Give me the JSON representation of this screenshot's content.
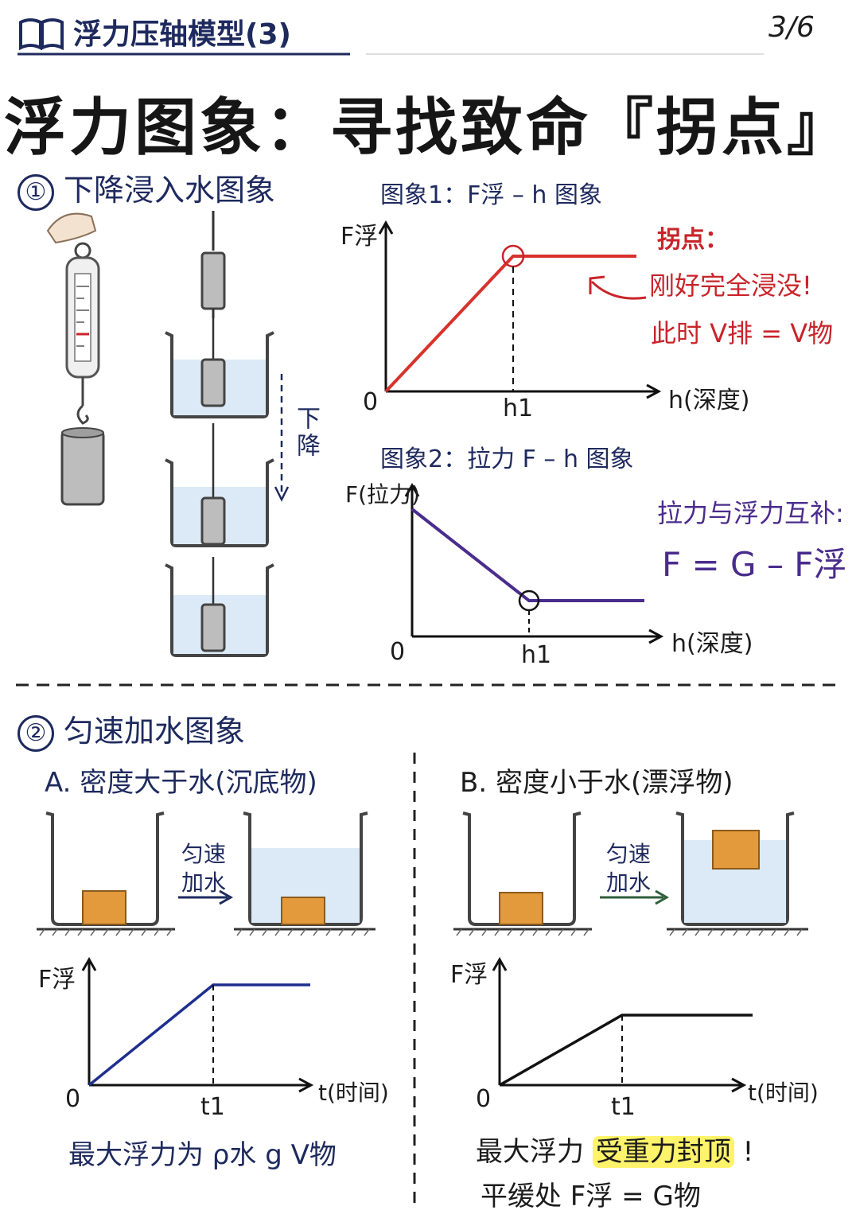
{
  "header": {
    "title": "浮力压轴模型(3)",
    "page": "3/6",
    "book_icon": "open-book-icon"
  },
  "main_title": "浮力图象：寻找致命『拐点』",
  "section1": {
    "number": "①",
    "title": "下降浸入水图象",
    "descend_label": "下降",
    "graph1": {
      "title": "图象1：F浮 – h 图象",
      "y_label": "F浮",
      "x_label": "h(深度)",
      "origin": "0",
      "tick": "h1",
      "note_title": "拐点：",
      "note_line1": "刚好完全浸没!",
      "note_line2": "此时 V排 = V物"
    },
    "graph2": {
      "title": "图象2：拉力 F – h 图象",
      "y_label": "F(拉力)",
      "x_label": "h(深度)",
      "origin": "0",
      "tick": "h1",
      "note_title": "拉力与浮力互补:",
      "formula": "F = G – F浮"
    }
  },
  "section2": {
    "number": "②",
    "title": "匀速加水图象",
    "partA": {
      "title": "A. 密度大于水(沉底物)",
      "arrow_label_1": "匀速",
      "arrow_label_2": "加水",
      "y_label": "F浮",
      "x_label": "t(时间)",
      "origin": "0",
      "tick": "t1",
      "caption": "最大浮力为 ρ水 g V物"
    },
    "partB": {
      "title": "B. 密度小于水(漂浮物)",
      "arrow_label_1": "匀速",
      "arrow_label_2": "加水",
      "y_label": "F浮",
      "x_label": "t(时间)",
      "origin": "0",
      "tick": "t1",
      "caption_pre": "最大浮力",
      "caption_highlight": "受重力封顶",
      "caption_post": "!",
      "caption_line2": "平缓处 F浮 = G物"
    }
  },
  "colors": {
    "navy": "#1e2a5e",
    "red": "#c8242a",
    "purple": "#4a2c8c",
    "blue_line": "#1f2f8f",
    "water": "#dbeaf6",
    "wood": "#e39a3c",
    "highlight": "#fff36b"
  }
}
